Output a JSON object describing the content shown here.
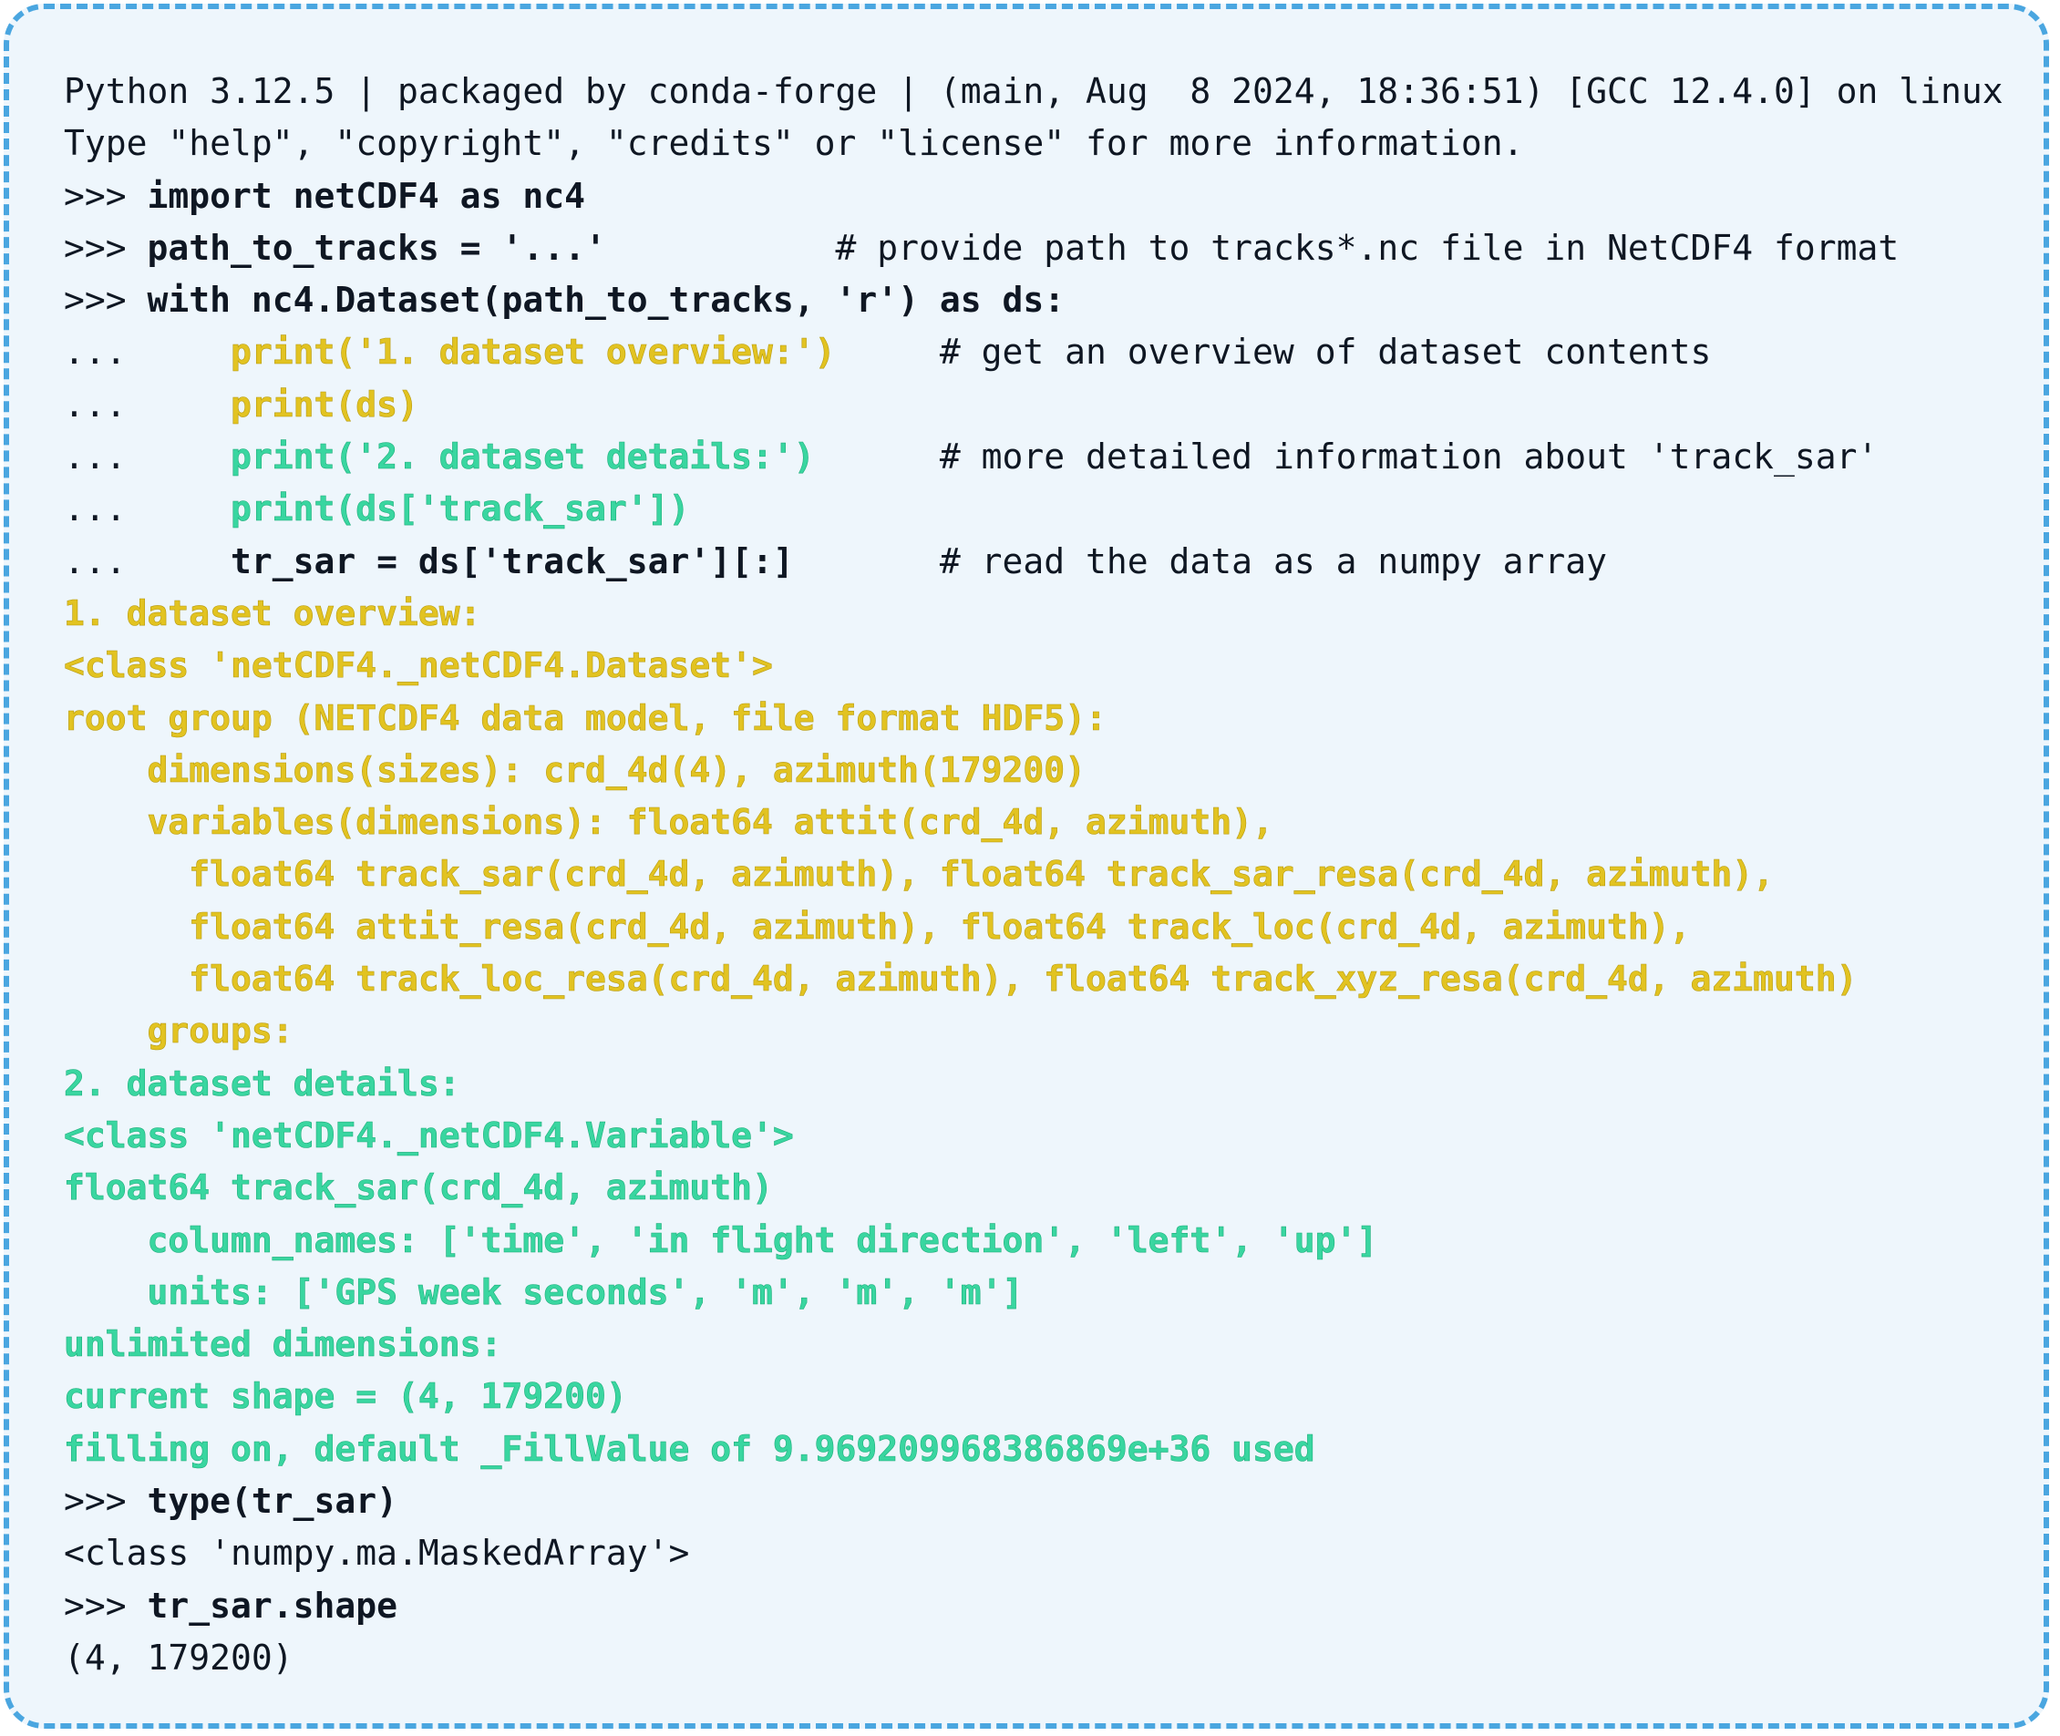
{
  "console": {
    "lines": [
      {
        "name": "banner-line-1",
        "segments": [
          {
            "text": "Python 3.12.5 | packaged by conda-forge | (main, Aug  8 2024, 18:36:51) [GCC 12.4.0] on linux",
            "style": "plain"
          }
        ]
      },
      {
        "name": "banner-line-2",
        "segments": [
          {
            "text": "Type \"help\", \"copyright\", \"credits\" or \"license\" for more information.",
            "style": "plain"
          }
        ]
      },
      {
        "name": "input-import",
        "segments": [
          {
            "text": ">>> ",
            "style": "prompt"
          },
          {
            "text": "import netCDF4 as nc4",
            "style": "code"
          }
        ]
      },
      {
        "name": "input-path",
        "segments": [
          {
            "text": ">>> ",
            "style": "prompt"
          },
          {
            "text": "path_to_tracks = '...'",
            "style": "code"
          },
          {
            "text": "           # provide path to tracks*.nc file in NetCDF4 format",
            "style": "comment"
          }
        ]
      },
      {
        "name": "input-with",
        "segments": [
          {
            "text": ">>> ",
            "style": "prompt"
          },
          {
            "text": "with nc4.Dataset(path_to_tracks, 'r') as ds:",
            "style": "code"
          }
        ]
      },
      {
        "name": "input-print-overview-label",
        "segments": [
          {
            "text": "...     ",
            "style": "prompt"
          },
          {
            "text": "print('1. dataset overview:')",
            "style": "yellow"
          },
          {
            "text": "     # get an overview of dataset contents",
            "style": "comment"
          }
        ]
      },
      {
        "name": "input-print-ds",
        "segments": [
          {
            "text": "...     ",
            "style": "prompt"
          },
          {
            "text": "print(ds)",
            "style": "yellow"
          }
        ]
      },
      {
        "name": "input-print-details-label",
        "segments": [
          {
            "text": "...     ",
            "style": "prompt"
          },
          {
            "text": "print('2. dataset details:')",
            "style": "green"
          },
          {
            "text": "      # more detailed information about 'track_sar'",
            "style": "comment"
          }
        ]
      },
      {
        "name": "input-print-track-sar",
        "segments": [
          {
            "text": "...     ",
            "style": "prompt"
          },
          {
            "text": "print(ds['track_sar'])",
            "style": "green"
          }
        ]
      },
      {
        "name": "input-read-array",
        "segments": [
          {
            "text": "...     ",
            "style": "prompt"
          },
          {
            "text": "tr_sar = ds['track_sar'][:]",
            "style": "code"
          },
          {
            "text": "       # read the data as a numpy array",
            "style": "comment"
          }
        ]
      },
      {
        "name": "output-overview-label",
        "segments": [
          {
            "text": "1. dataset overview:",
            "style": "yellow"
          }
        ]
      },
      {
        "name": "output-dataset-class",
        "segments": [
          {
            "text": "<class 'netCDF4._netCDF4.Dataset'>",
            "style": "yellow"
          }
        ]
      },
      {
        "name": "output-root-group",
        "segments": [
          {
            "text": "root group (NETCDF4 data model, file format HDF5):",
            "style": "yellow"
          }
        ]
      },
      {
        "name": "output-dimensions",
        "segments": [
          {
            "text": "    dimensions(sizes): crd_4d(4), azimuth(179200)",
            "style": "yellow"
          }
        ]
      },
      {
        "name": "output-variables-1",
        "segments": [
          {
            "text": "    variables(dimensions): float64 attit(crd_4d, azimuth),",
            "style": "yellow"
          }
        ]
      },
      {
        "name": "output-variables-2",
        "segments": [
          {
            "text": "      float64 track_sar(crd_4d, azimuth), float64 track_sar_resa(crd_4d, azimuth),",
            "style": "yellow"
          }
        ]
      },
      {
        "name": "output-variables-3",
        "segments": [
          {
            "text": "      float64 attit_resa(crd_4d, azimuth), float64 track_loc(crd_4d, azimuth),",
            "style": "yellow"
          }
        ]
      },
      {
        "name": "output-variables-4",
        "segments": [
          {
            "text": "      float64 track_loc_resa(crd_4d, azimuth), float64 track_xyz_resa(crd_4d, azimuth)",
            "style": "yellow"
          }
        ]
      },
      {
        "name": "output-groups",
        "segments": [
          {
            "text": "    groups:",
            "style": "yellow"
          }
        ]
      },
      {
        "name": "output-details-label",
        "segments": [
          {
            "text": "2. dataset details:",
            "style": "green"
          }
        ]
      },
      {
        "name": "output-variable-class",
        "segments": [
          {
            "text": "<class 'netCDF4._netCDF4.Variable'>",
            "style": "green"
          }
        ]
      },
      {
        "name": "output-track-sar-decl",
        "segments": [
          {
            "text": "float64 track_sar(crd_4d, azimuth)",
            "style": "green"
          }
        ]
      },
      {
        "name": "output-column-names",
        "segments": [
          {
            "text": "    column_names: ['time', 'in flight direction', 'left', 'up']",
            "style": "green"
          }
        ]
      },
      {
        "name": "output-units",
        "segments": [
          {
            "text": "    units: ['GPS week seconds', 'm', 'm', 'm']",
            "style": "green"
          }
        ]
      },
      {
        "name": "output-unlimited-dims",
        "segments": [
          {
            "text": "unlimited dimensions:",
            "style": "green"
          }
        ]
      },
      {
        "name": "output-current-shape",
        "segments": [
          {
            "text": "current shape = (4, 179200)",
            "style": "green"
          }
        ]
      },
      {
        "name": "output-filling",
        "segments": [
          {
            "text": "filling on, default _FillValue of 9.969209968386869e+36 used",
            "style": "green"
          }
        ]
      },
      {
        "name": "input-type",
        "segments": [
          {
            "text": ">>> ",
            "style": "prompt"
          },
          {
            "text": "type(tr_sar)",
            "style": "code"
          }
        ]
      },
      {
        "name": "output-type",
        "segments": [
          {
            "text": "<class 'numpy.ma.MaskedArray'>",
            "style": "plain"
          }
        ]
      },
      {
        "name": "input-shape",
        "segments": [
          {
            "text": ">>> ",
            "style": "prompt"
          },
          {
            "text": "tr_sar.shape",
            "style": "code"
          }
        ]
      },
      {
        "name": "output-shape",
        "segments": [
          {
            "text": "(4, 179200)",
            "style": "plain"
          }
        ]
      }
    ]
  },
  "colors": {
    "border": "#4aa6e0",
    "background": "#eef6fc",
    "text": "#0f1723",
    "highlight_yellow": "#e2c321",
    "highlight_green": "#39d6a0"
  }
}
